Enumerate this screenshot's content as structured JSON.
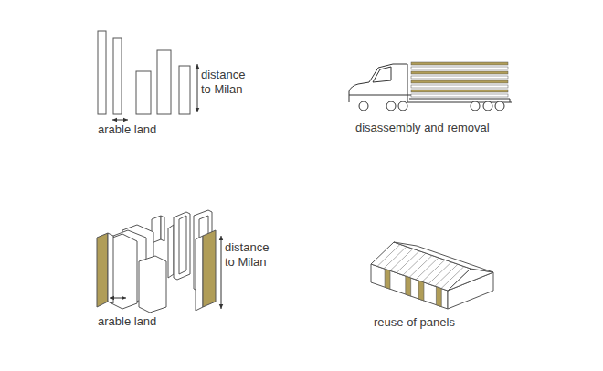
{
  "diagram": {
    "labels": [
      "distance to Milan",
      "arable land",
      "disassembly and removal",
      "distance to Milan",
      "arable land",
      "reuse of panels"
    ]
  }
}
